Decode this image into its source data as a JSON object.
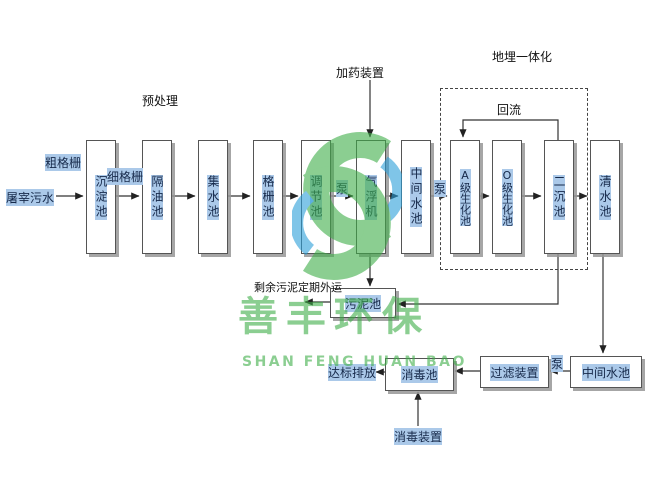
{
  "labels": {
    "influent": "屠宰污水",
    "coarse_screen": "粗格栅",
    "fine_screen": "细格栅",
    "pretreatment": "预处理",
    "dosing_device": "加药装置",
    "buried_integration": "地埋一体化",
    "reflux": "回流",
    "pump_1": "泵",
    "pump_2": "泵",
    "pump_3": "泵",
    "excess_sludge_note": "剩余污泥定期外运",
    "discharge": "达标排放",
    "disinfection_device": "消毒装置"
  },
  "flow_boxes": [
    {
      "label": "沉淀池"
    },
    {
      "label": "隔油池"
    },
    {
      "label": "集水池"
    },
    {
      "label": "格栅池"
    },
    {
      "label": "调节池"
    },
    {
      "label": "气浮机"
    },
    {
      "label": "中间水池"
    },
    {
      "label": "A级生化池"
    },
    {
      "label": "O级生化池"
    },
    {
      "label": "二沉池"
    },
    {
      "label": "清水池"
    }
  ],
  "bottom_boxes": {
    "sludge_tank": "污泥池",
    "disinfection_tank": "消毒池",
    "filter_device": "过滤装置",
    "intermediate_tank": "中间水池"
  },
  "watermark": {
    "name_cn": "善丰环保",
    "name_en": "SHAN FENG HUAN BAO",
    "green": "#3fae49",
    "blue": "#2b9fd9"
  },
  "colors": {
    "highlight_bg": "#abc9e9",
    "line": "#333333"
  }
}
